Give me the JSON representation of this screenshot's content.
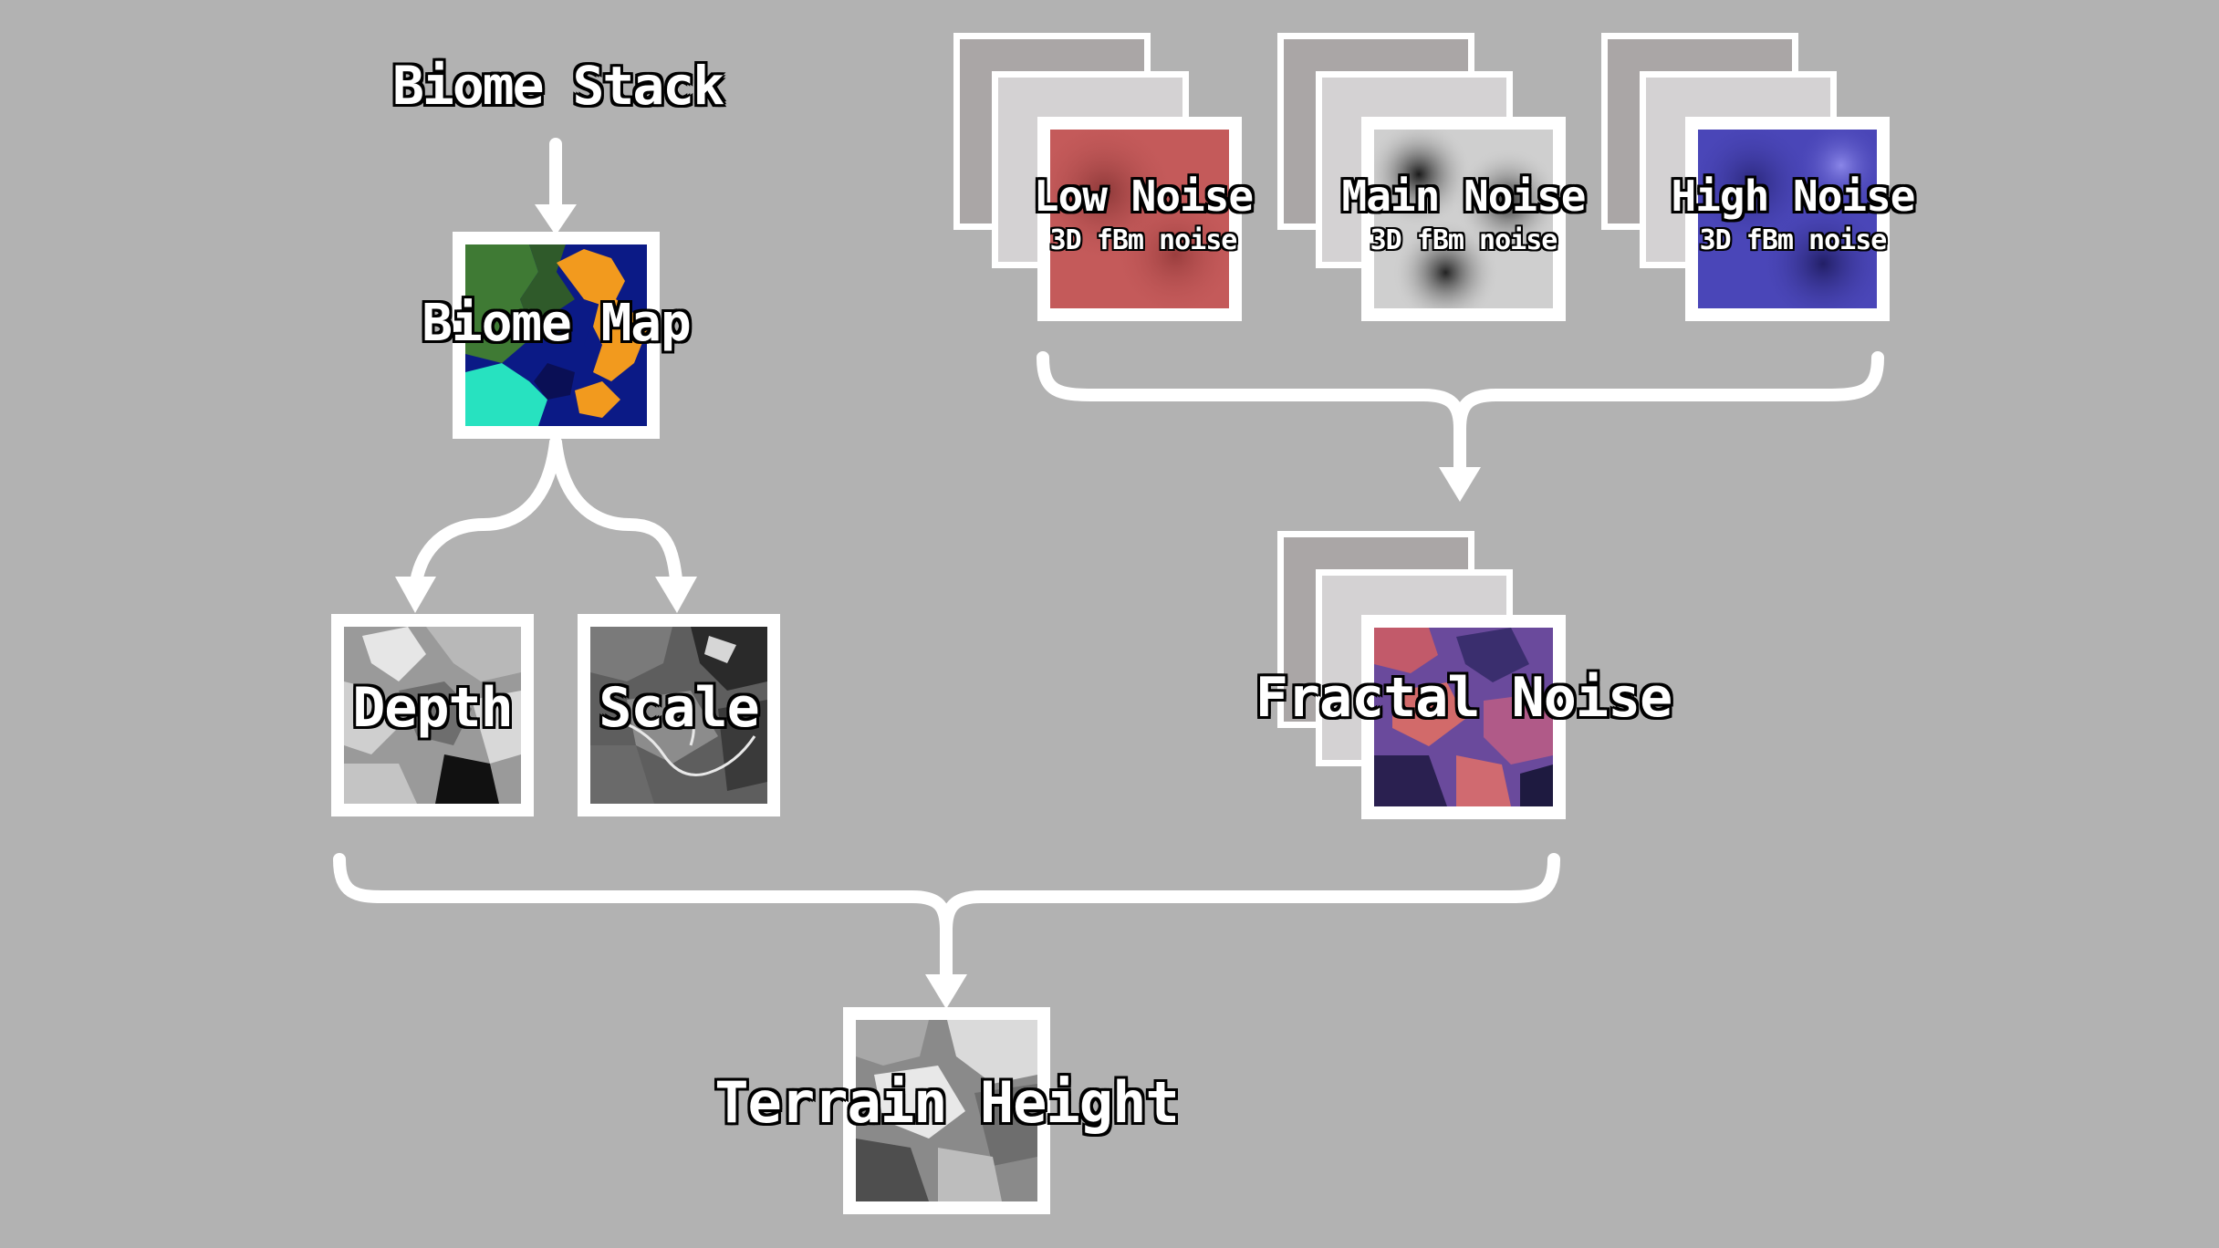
{
  "diagram": {
    "top_label": "Biome Stack",
    "nodes": {
      "biome_map": {
        "label": "Biome Map",
        "icon": "biome-map-image"
      },
      "depth": {
        "label": "Depth",
        "icon": "depth-map-image"
      },
      "scale": {
        "label": "Scale",
        "icon": "scale-map-image"
      },
      "low_noise": {
        "label": "Low Noise",
        "sublabel": "3D fBm noise",
        "icon": "red-noise-image"
      },
      "main_noise": {
        "label": "Main Noise",
        "sublabel": "3D fBm noise",
        "icon": "gray-noise-image"
      },
      "high_noise": {
        "label": "High Noise",
        "sublabel": "3D fBm noise",
        "icon": "blue-noise-image"
      },
      "fractal_noise": {
        "label": "Fractal Noise",
        "icon": "fractal-noise-image"
      },
      "terrain_height": {
        "label": "Terrain Height",
        "icon": "terrain-height-image"
      }
    },
    "colors": {
      "background": "#b2b2b2",
      "connector": "#ffffff",
      "low_noise": "#c45a5a",
      "high_noise": "#4a46b8",
      "biome_orange": "#f29a1e",
      "biome_cyan": "#27e2c0",
      "biome_navy": "#0b1a86",
      "biome_green": "#3f7a34"
    }
  }
}
